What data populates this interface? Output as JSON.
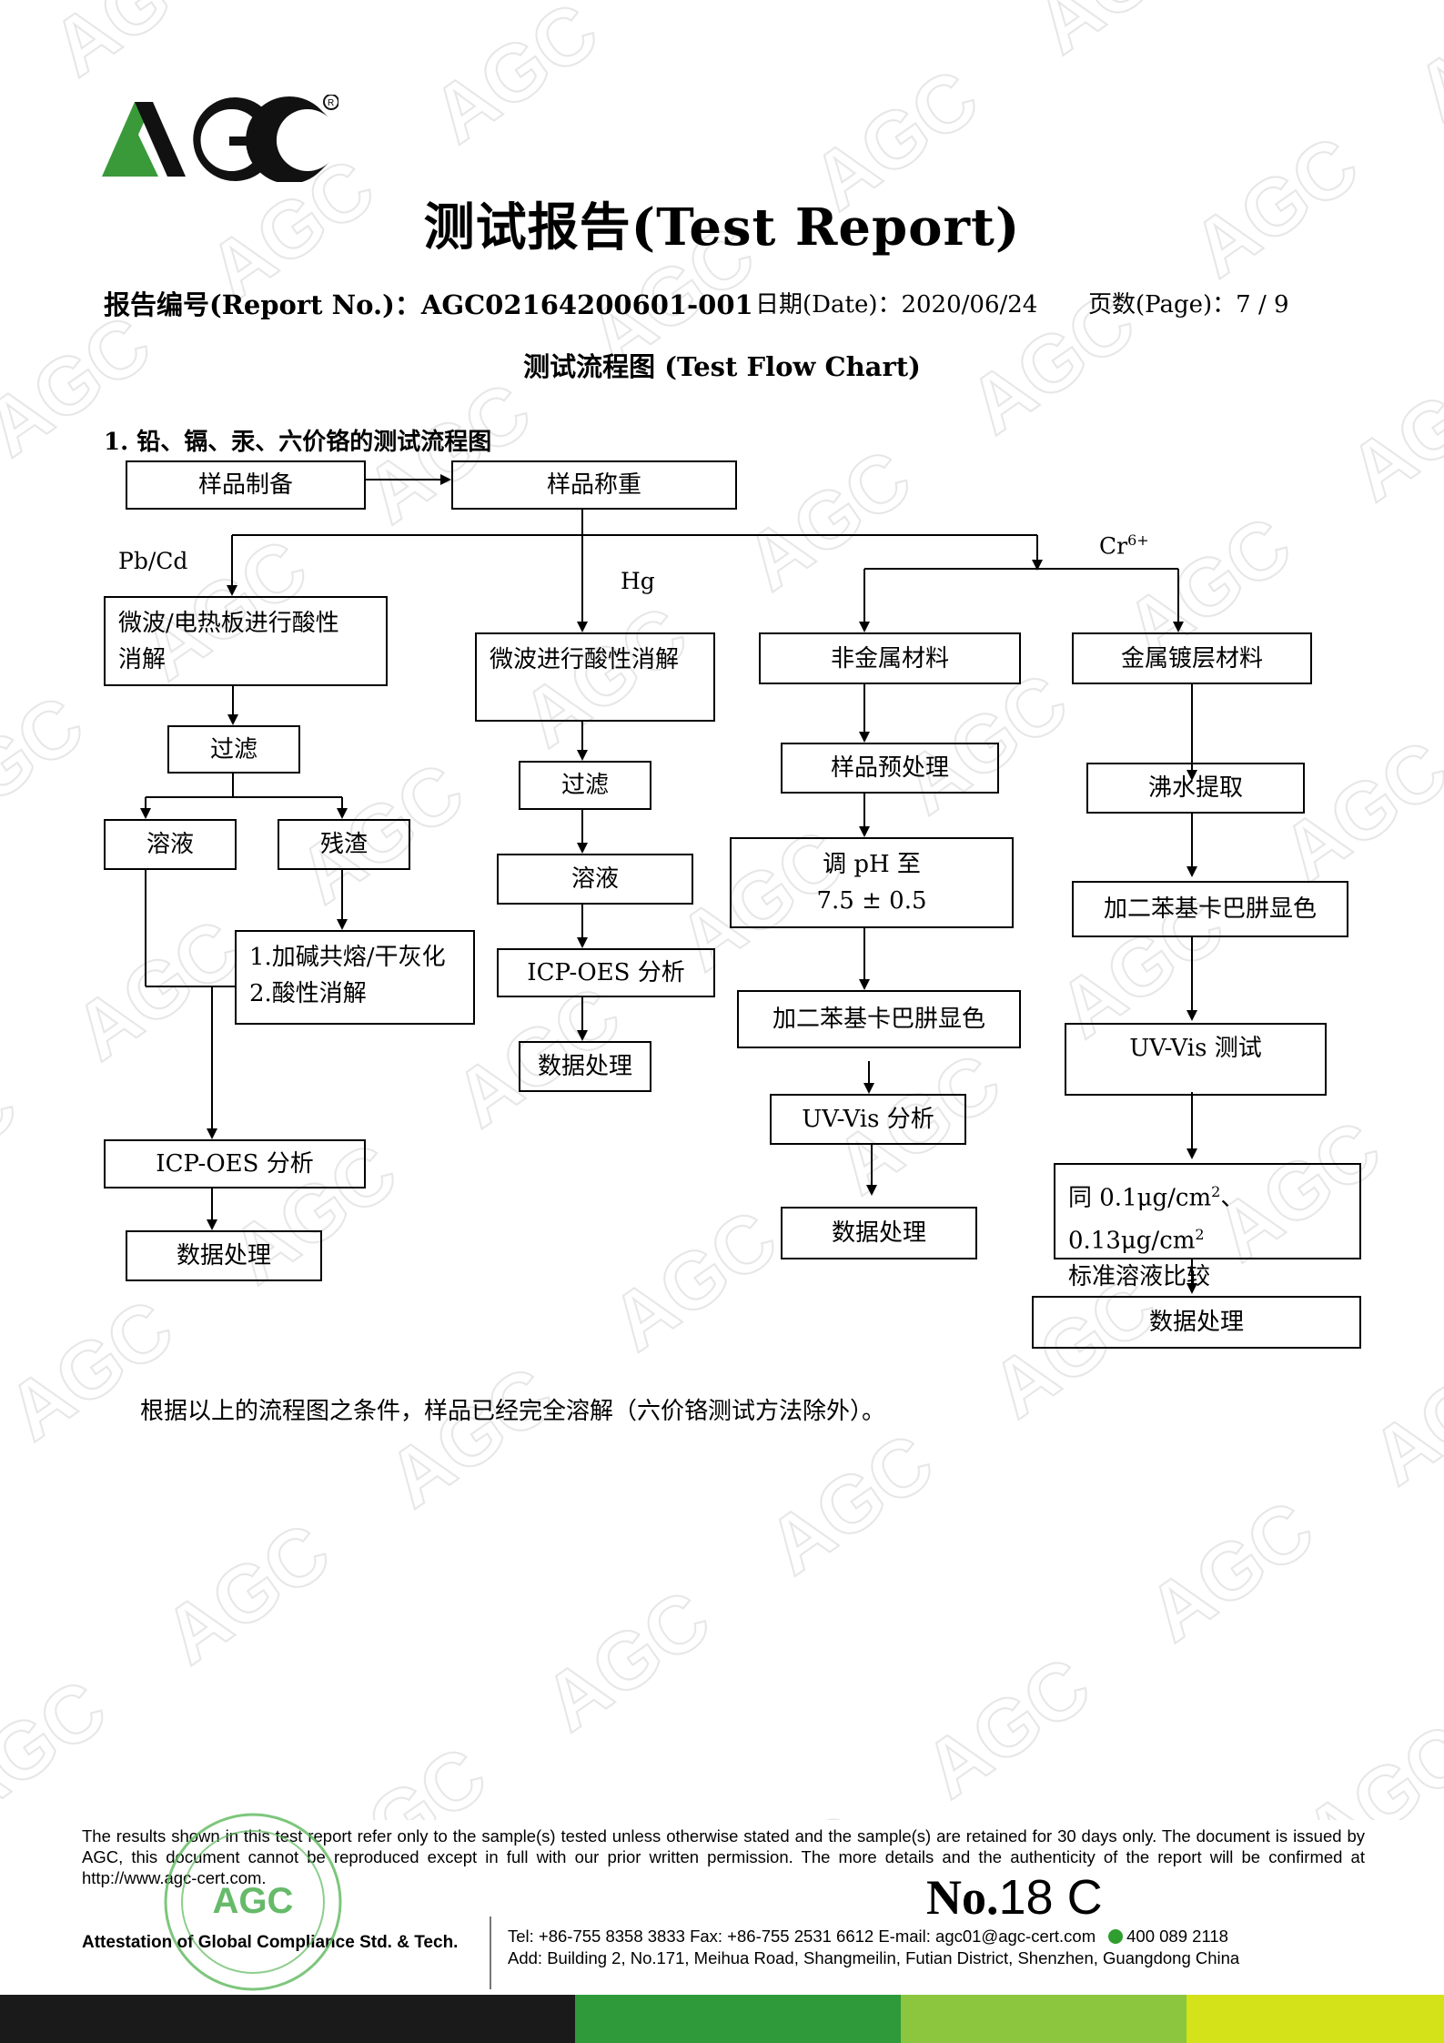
{
  "header": {
    "logo_text": "AGC",
    "title": "测试报告(Test Report)",
    "report_no": "报告编号(Report No.)：AGC02164200601-001",
    "date": "日期(Date)：2020/06/24",
    "page": "页数(Page)：7 / 9"
  },
  "chart": {
    "title": "测试流程图  (Test Flow Chart)",
    "section": "1.   铅、镉、汞、六价铬的测试流程图",
    "nodes": {
      "sample_prep": "样品制备",
      "sample_weigh": "样品称重",
      "branch_pbcd": "Pb/Cd",
      "branch_hg": "Hg",
      "branch_cr": "Cr",
      "branch_cr_sup": "6+",
      "pbcd_digest_1": "微波/电热板进行酸性",
      "pbcd_digest_2": "消解",
      "pbcd_filter": "过滤",
      "pbcd_solution": "溶液",
      "pbcd_residue": "残渣",
      "pbcd_residue_step_1": "1.加碱共熔/干灰化",
      "pbcd_residue_step_2": "2.酸性消解",
      "pbcd_icp": "ICP-OES 分析",
      "pbcd_data": "数据处理",
      "hg_digest": "微波进行酸性消解",
      "hg_filter": "过滤",
      "hg_solution": "溶液",
      "hg_icp": "ICP-OES 分析",
      "hg_data": "数据处理",
      "nonmetal": "非金属材料",
      "nonmetal_pretreat": "样品预处理",
      "nonmetal_ph_1": "调 pH 至",
      "nonmetal_ph_2": "7.5 ± 0.5",
      "nonmetal_color": "加二苯基卡巴肼显色",
      "nonmetal_uvvis": "UV-Vis 分析",
      "nonmetal_data": "数据处理",
      "metal": "金属镀层材料",
      "metal_boil": "沸水提取",
      "metal_color": "加二苯基卡巴肼显色",
      "metal_uvvis": "UV-Vis 测试",
      "metal_compare_a": "同 0.1μg/cm",
      "metal_compare_sup1": "2",
      "metal_compare_b": "、0.13μg/cm",
      "metal_compare_sup2": "2",
      "metal_compare_2": "标准溶液比较",
      "metal_data": "数据处理"
    },
    "conclusion": "根据以上的流程图之条件，样品已经完全溶解（六价铬测试方法除外）。"
  },
  "footer": {
    "disclaimer": "The results shown in this test report refer only to the sample(s) tested unless otherwise stated and the sample(s) are retained for 30 days only. The document is issued by AGC, this document cannot be reproduced except in full with our prior written permission. The more details and the authenticity of the report will be confirmed at http://www.agc-cert.com.",
    "doc_no_prefix": "No.",
    "doc_no_value": "18 C",
    "company": "Attestation of Global Compliance Std. & Tech.",
    "contact_line1": "Tel: +86-755 8358 3833    Fax: +86-755 2531 6612    E-mail: agc01@agc-cert.com",
    "hotline": "400 089 2118",
    "contact_line2": "Add: Building 2, No.171, Meihua Road, Shangmeilin, Futian District, Shenzhen, Guangdong China",
    "seal_text": "AGC"
  },
  "colors": {
    "brand_green": "#3a9a3a",
    "bar_black": "#1a1a1a",
    "bar_green": "#2e9a3a",
    "bar_lime": "#8cc63e",
    "bar_yellow": "#d4e21a"
  }
}
